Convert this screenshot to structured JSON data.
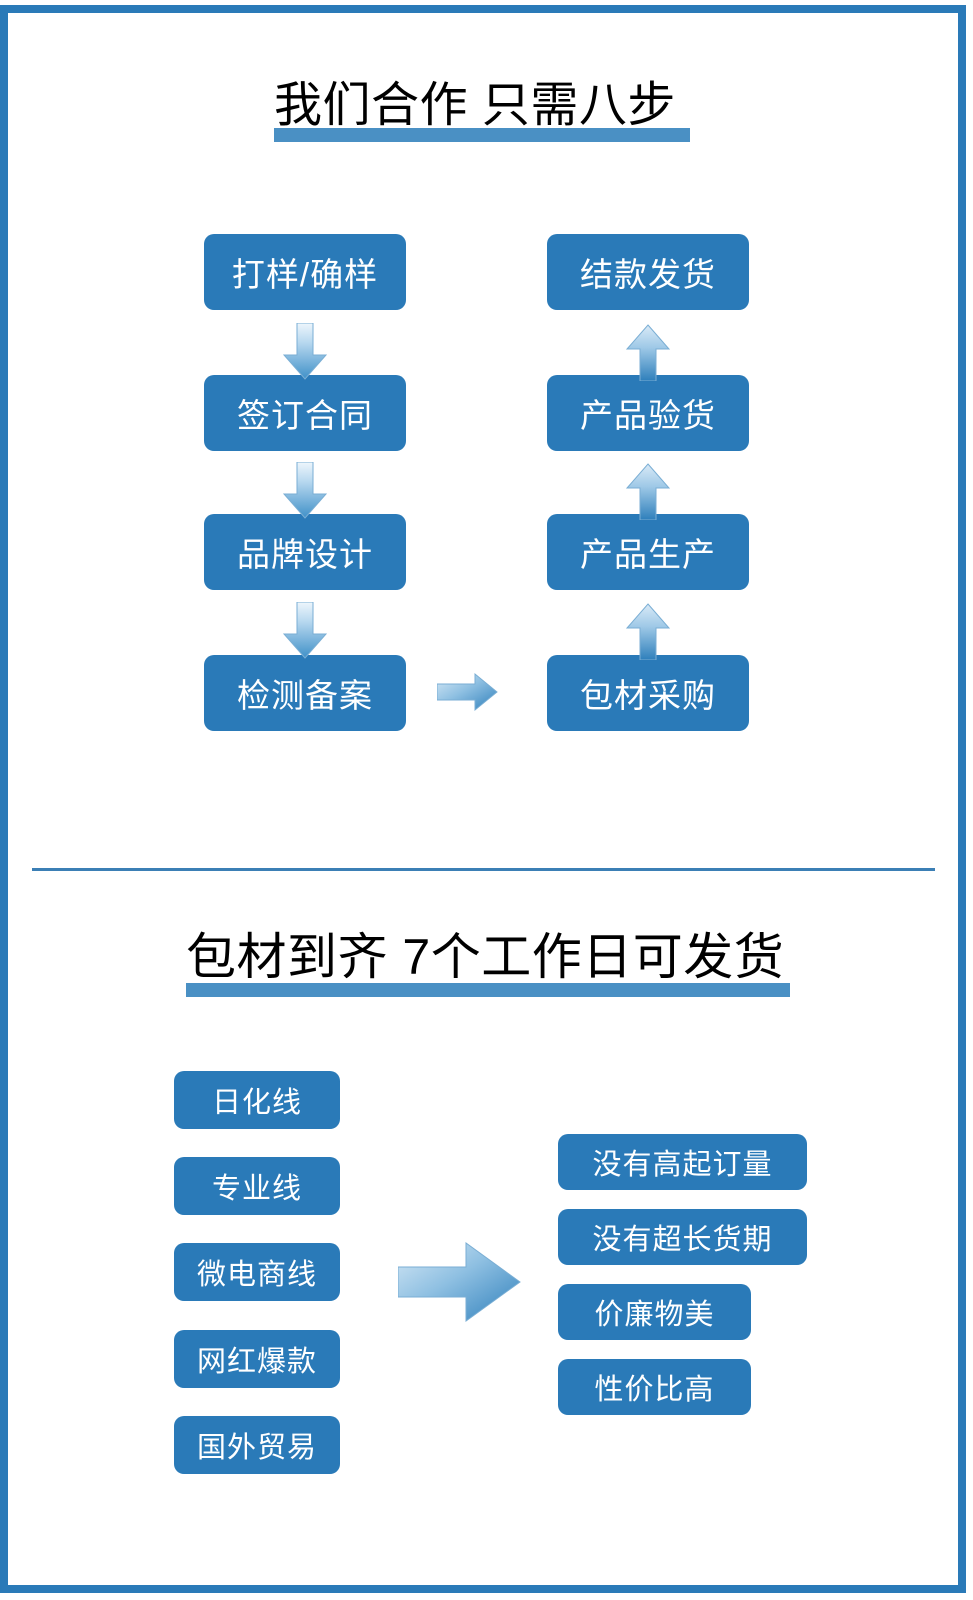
{
  "theme": {
    "frame_color": "#2a7ab8",
    "box_color": "#2a7ab8",
    "title_bar_color": "#4a90c4",
    "divider_color": "#3b7fb5",
    "box_text_color": "#ffffff",
    "title_text_color": "#000000",
    "arrow_gradient_light": "#cfe4f3",
    "arrow_gradient_dark": "#2e7fbb"
  },
  "section_1": {
    "title": "我们合作 只需八步",
    "left_column": [
      {
        "label": "打样/确样"
      },
      {
        "label": "签订合同"
      },
      {
        "label": "品牌设计"
      },
      {
        "label": "检测备案"
      }
    ],
    "right_column": [
      {
        "label": "结款发货"
      },
      {
        "label": "产品验货"
      },
      {
        "label": "产品生产"
      },
      {
        "label": "包材采购"
      }
    ],
    "arrows": {
      "left_down_1": "arrow-down",
      "left_down_2": "arrow-down",
      "left_down_3": "arrow-down",
      "bridge_right": "arrow-right",
      "right_up_1": "arrow-up",
      "right_up_2": "arrow-up",
      "right_up_3": "arrow-up"
    }
  },
  "section_2": {
    "title": "包材到齐  7个工作日可发货",
    "product_lines": [
      {
        "label": "日化线"
      },
      {
        "label": "专业线"
      },
      {
        "label": "微电商线"
      },
      {
        "label": "网红爆款"
      },
      {
        "label": "国外贸易"
      }
    ],
    "benefits": [
      {
        "label": "没有高起订量"
      },
      {
        "label": "没有超长货期"
      },
      {
        "label": "价廉物美"
      },
      {
        "label": "性价比高"
      }
    ],
    "arrow": "arrow-right-large"
  }
}
